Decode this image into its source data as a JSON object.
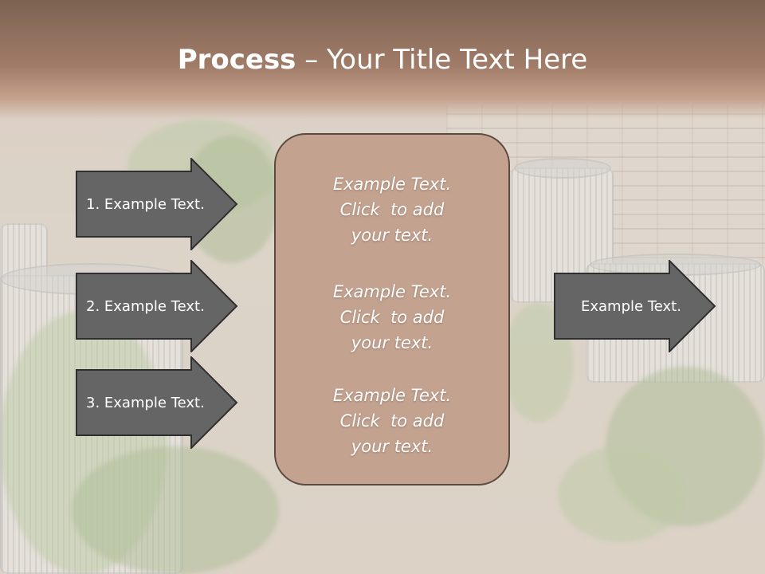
{
  "title": {
    "bold": "Process",
    "rest": " – Your Title Text Here"
  },
  "left_arrows": [
    {
      "label": "1. Example Text."
    },
    {
      "label": "2. Example Text."
    },
    {
      "label": "3. Example Text."
    }
  ],
  "center_box": {
    "blocks": [
      {
        "lines": [
          "Example Text.",
          "Click  to add",
          "your text."
        ]
      },
      {
        "lines": [
          "Example Text.",
          "Click  to add",
          "your text."
        ]
      },
      {
        "lines": [
          "Example Text.",
          "Click  to add",
          "your text."
        ]
      }
    ]
  },
  "right_arrow": {
    "label": "Example Text."
  },
  "colors": {
    "arrow_fill": "#656565",
    "arrow_stroke": "#2e2e2e",
    "box_fill": "#c3a28f",
    "title_band": "#8f6f5d"
  }
}
